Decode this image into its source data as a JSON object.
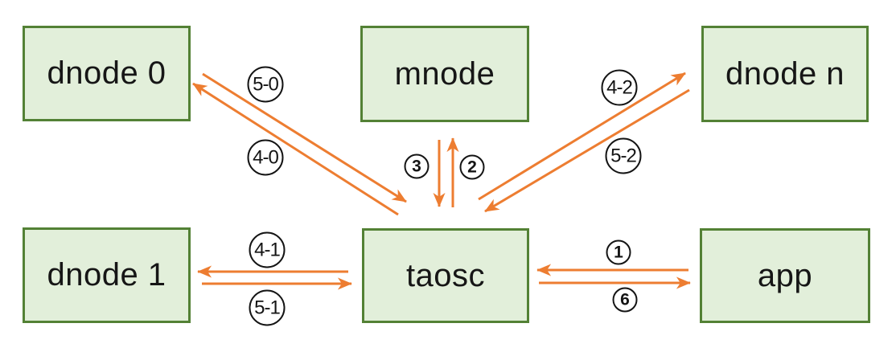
{
  "diagram": {
    "background": "#ffffff",
    "colors": {
      "node_fill": "#e2efda",
      "node_border": "#538135",
      "arrow": "#ed7d31",
      "badge_border": "#141414",
      "text": "#161616"
    },
    "nodes": [
      {
        "id": "dnode0",
        "label": "dnode 0"
      },
      {
        "id": "mnode",
        "label": "mnode"
      },
      {
        "id": "dnoden",
        "label": "dnode n"
      },
      {
        "id": "dnode1",
        "label": "dnode 1"
      },
      {
        "id": "taosc",
        "label": "taosc"
      },
      {
        "id": "app",
        "label": "app"
      }
    ],
    "edges": [
      {
        "label": "5-0",
        "from": "dnode 0",
        "to": "taosc",
        "style": "drawn-circle"
      },
      {
        "label": "4-0",
        "from": "taosc",
        "to": "dnode 0",
        "style": "drawn-circle"
      },
      {
        "label": "3",
        "from": "mnode",
        "to": "taosc",
        "style": "circled-digit"
      },
      {
        "label": "2",
        "from": "taosc",
        "to": "mnode",
        "style": "circled-digit"
      },
      {
        "label": "4-2",
        "from": "taosc",
        "to": "dnode n",
        "style": "drawn-circle"
      },
      {
        "label": "5-2",
        "from": "dnode n",
        "to": "taosc",
        "style": "drawn-circle"
      },
      {
        "label": "4-1",
        "from": "taosc",
        "to": "dnode 1",
        "style": "drawn-circle"
      },
      {
        "label": "5-1",
        "from": "dnode 1",
        "to": "taosc",
        "style": "drawn-circle"
      },
      {
        "label": "1",
        "from": "app",
        "to": "taosc",
        "style": "circled-digit"
      },
      {
        "label": "6",
        "from": "taosc",
        "to": "app",
        "style": "circled-digit"
      }
    ]
  }
}
